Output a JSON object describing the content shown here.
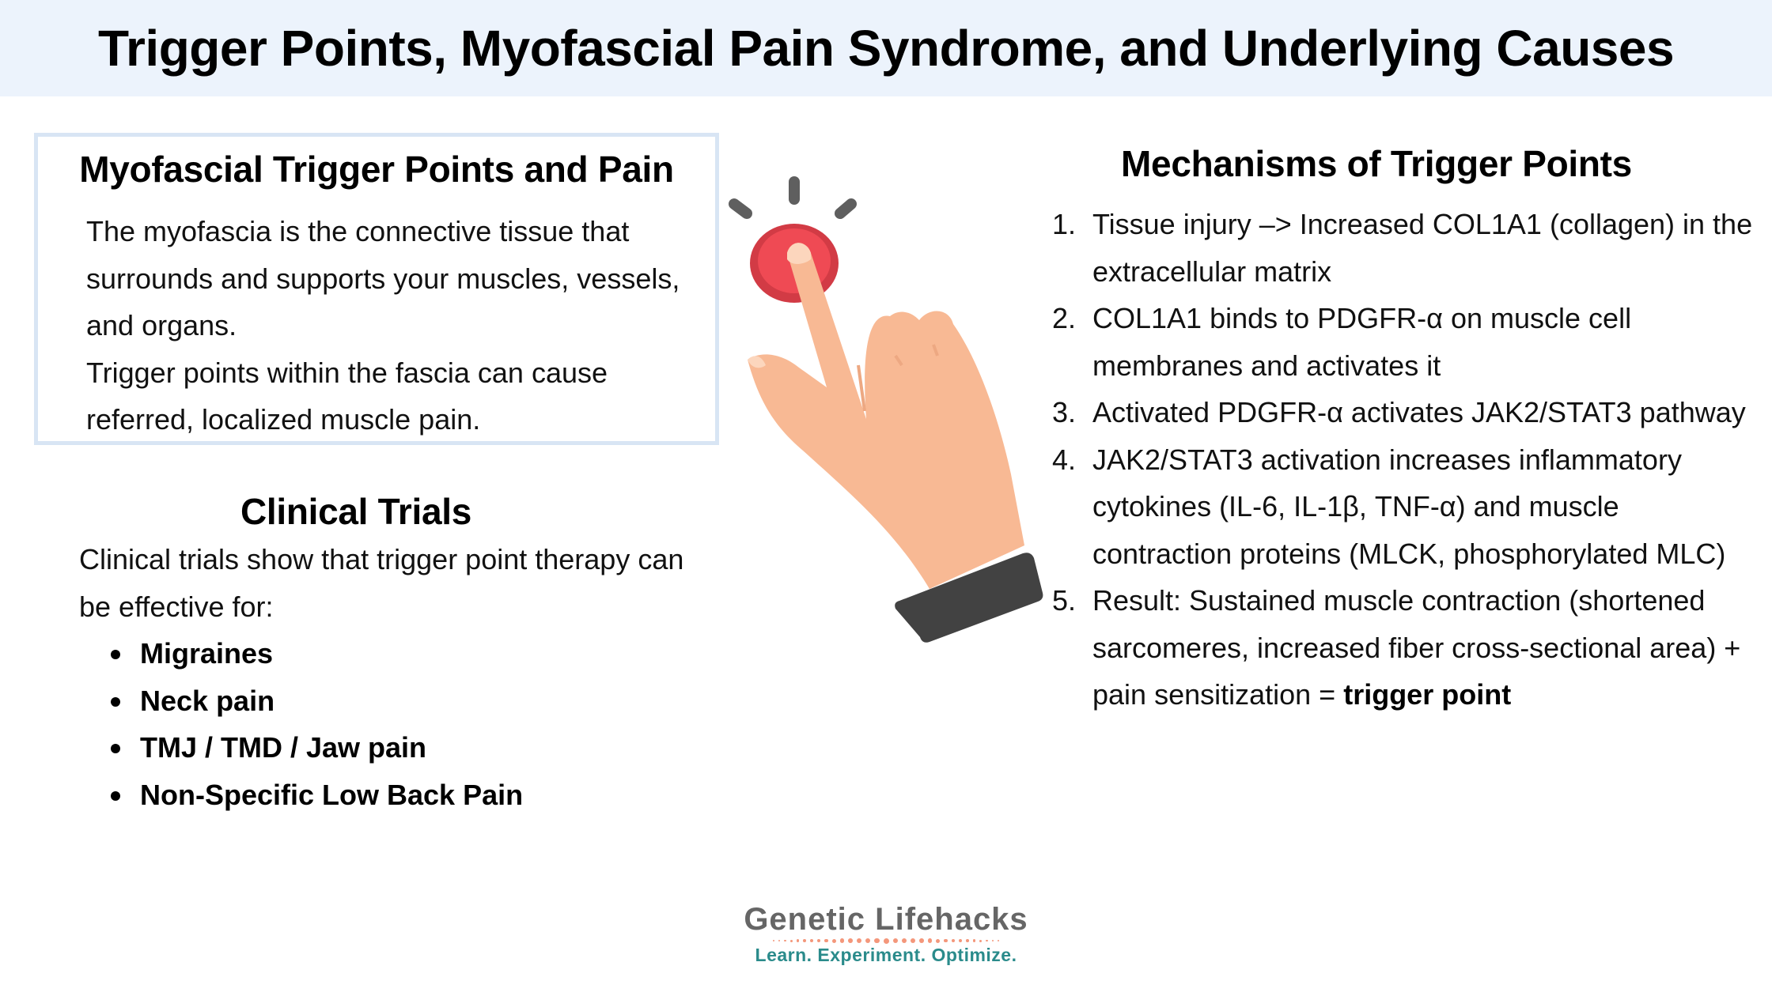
{
  "header": {
    "title": "Trigger Points, Myofascial Pain Syndrome, and Underlying Causes"
  },
  "myofascial_box": {
    "title": "Myofascial Trigger Points and Pain",
    "paragraphs": [
      "The myofascia is the connective tissue that surrounds and supports your muscles, vessels, and organs.",
      "Trigger points within the fascia can cause referred, localized muscle pain."
    ]
  },
  "clinical_trials": {
    "title": "Clinical Trials",
    "intro": "Clinical trials show that trigger point therapy can be effective for:",
    "items": [
      "Migraines",
      "Neck pain",
      "TMJ / TMD / Jaw pain",
      "Non-Specific Low Back Pain"
    ]
  },
  "mechanisms": {
    "title": "Mechanisms of Trigger Points",
    "steps": [
      {
        "num": "1.",
        "text": "Tissue injury –> Increased COL1A1 (collagen) in the extracellular matrix",
        "bold": ""
      },
      {
        "num": "2.",
        "text": "COL1A1 binds to PDGFR-α on muscle cell membranes and activates it",
        "bold": ""
      },
      {
        "num": "3.",
        "text": "Activated PDGFR-α  activates JAK2/STAT3 pathway",
        "bold": ""
      },
      {
        "num": "4.",
        "text": "JAK2/STAT3 activation increases inflammatory cytokines (IL-6, IL-1β, TNF-α) and muscle contraction proteins (MLCK, phosphorylated MLC)",
        "bold": ""
      },
      {
        "num": "5.",
        "text": "Result: Sustained muscle contraction (shortened sarcomeres, increased fiber cross-sectional area) + pain sensitization = ",
        "bold": "trigger point"
      }
    ]
  },
  "illustration": {
    "icon": "hand-pressing-red-button-icon"
  },
  "logo": {
    "name": "Genetic Lifehacks",
    "tagline": "Learn. Experiment. Optimize.",
    "colors": {
      "name": "#666666",
      "tagline": "#2a8b8b",
      "dots": "#f4977b"
    }
  },
  "colors": {
    "header_bg": "#ecf3fc",
    "box_border": "#d8e5f4",
    "button_red": "#e8414c",
    "skin": "#f8b994",
    "cuff": "#424242"
  }
}
